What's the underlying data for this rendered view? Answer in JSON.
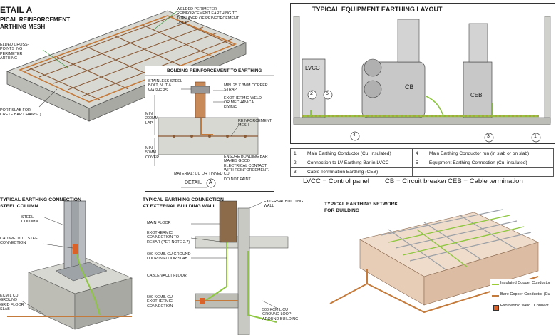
{
  "detail_a": {
    "title_line1": "ETAIL A",
    "title_line2": "PICAL REINFORCEMENT",
    "title_line3": "ARTHING MESH",
    "label_welded_perimeter": "WELDED PERIMETER REINFORCEMENT EARTHING TO TOP LAYER OF REINFORCEMENT ONLY.",
    "label_cross_points": "ELDED CROSS-POINTS ING PERIMETER ARTHING",
    "label_support_slab": "PORT SLAB FOR CRETE BAR CHAIRS .)"
  },
  "bonding": {
    "title": "BONDING REINFORCEMENT TO EARTHING",
    "label_bolt": "STAINLESS STEEL BOLT, NUT & WASHERS",
    "label_strap": "MIN. 25 x 3mm COPPER STRAP",
    "label_exothermic": "EXOTHERMIC WELD OR MECHANICAL FIXING",
    "label_lap": "MIN. 200mm LAP",
    "label_cover": "MIN. 50mm COVER",
    "label_mesh": "REINFORCEMENT MESH",
    "label_contact": "ENSURE BONDING BAR MAKES GOOD ELECTRICAL CONTACT WITH REINFORCEMENT.",
    "label_material": "MATERIAL: Cu OR TINNED Cu",
    "label_paint": "DO NOT PAINT.",
    "detail_caption": "DETAIL",
    "detail_letter": "A"
  },
  "equipment": {
    "title": "TYPICAL EQUIPMENT EARTHING LAYOUT",
    "lvcc": "LVCC",
    "cb": "CB",
    "ceb": "CEB",
    "callouts": [
      "2",
      "5",
      "4",
      "1",
      "3"
    ],
    "legend_rows": [
      [
        "1",
        "Main Earthing Conductor (Cu, insulated)",
        "4",
        "Main Earthing Conductor run (in slab or on slab)"
      ],
      [
        "2",
        "Connection to LV Earthing Bar in LVCC",
        "5",
        "Equipment Earthing Connection (Cu, insulated)"
      ],
      [
        "3",
        "Cable Termination Earthing (CEB)",
        "",
        ""
      ]
    ],
    "abbr_lvcc": "LVCC = Control panel",
    "abbr_cb": "CB = Circuit breaker",
    "abbr_ceb": "CEB = Cable termination"
  },
  "steel_column": {
    "title_line1": "TYPICAL EARTHING CONNECTION",
    "title_line2": "STEEL COLUMN",
    "label_column": "STEEL COLUMN",
    "label_cad": "CAD WELD TO STEEL CONNECTION",
    "label_grid": "KCMIL Cu GROUND GRID FLOOR SLAB"
  },
  "external_wall": {
    "title_line1": "TYPICAL EARTHING CONNECTION",
    "title_line2": "AT EXTERNAL BUILDING WALL",
    "label_wall": "EXTERNAL BUILDING WALL",
    "label_main_floor": "MAIN FLOOR",
    "label_exo": "EXOTHERMIC CONNECTION TO REBAR (PER NOTE 2.7)",
    "label_600": "600 KCMIL Cu GROUND LOOP IN FLOOR SLAB",
    "label_vault": "CABLE VAULT FLOOR",
    "label_500_exo": "500 KCMIL Cu EXOTHERMIC CONNECTION",
    "label_500_loop": "500 KCMIL Cu GROUND LOOP AROUND BUILDING"
  },
  "network": {
    "title_line1": "TYPICAL EARTHING NETWORK",
    "title_line2": "FOR BUILDING",
    "legend": [
      {
        "label": "Insulated Copper Conductor",
        "color": "#9acd32"
      },
      {
        "label": "Bare Copper Conductor (Cu",
        "color": "#c47a3a"
      },
      {
        "label": "Exothermic Weld / Connect",
        "color": "#d9622b"
      }
    ]
  },
  "colors": {
    "copper": "#c47a3a",
    "green": "#8dc63f",
    "concrete": "#d9d9d4",
    "steel": "#b8bcc0"
  }
}
